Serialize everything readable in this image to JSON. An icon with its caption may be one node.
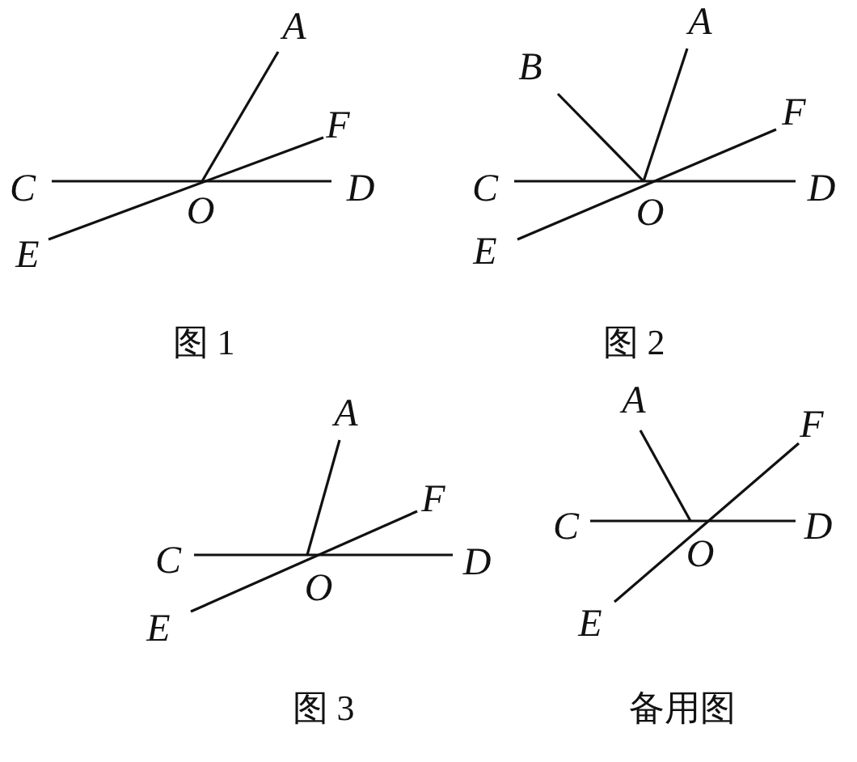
{
  "diagram": {
    "labels": [
      "A",
      "F",
      "C",
      "O",
      "D",
      "E",
      "图 1",
      "B",
      "A",
      "F",
      "C",
      "O",
      "D",
      "E",
      "图 2",
      "A",
      "F",
      "C",
      "O",
      "D",
      "E",
      "图 3",
      "A",
      "F",
      "C",
      "O",
      "D",
      "E",
      "备用图"
    ]
  }
}
